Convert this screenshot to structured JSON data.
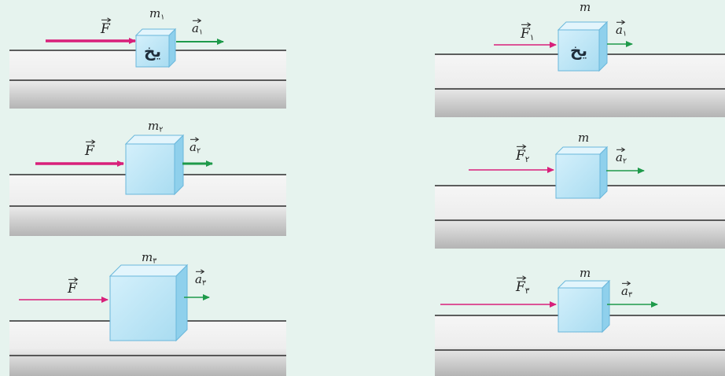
{
  "colors": {
    "background": "#e6f3ee",
    "force_arrow": "#d8207a",
    "acceleration_arrow": "#1e9a4a",
    "block_front": "#bfe6f6",
    "block_top": "#e3f5fc",
    "block_side": "#8fd0ec",
    "block_edge": "#6ab7db",
    "surface_top": "#f4f4f4",
    "surface_bottom": "#b6b6b6",
    "surface_line": "#2b2b2b"
  },
  "ice_label": "یخ",
  "left_column": [
    {
      "force": "F",
      "force_sub": "",
      "mass": "m",
      "mass_sub": "۱",
      "accel": "a",
      "accel_sub": "۱",
      "has_ice_label": true
    },
    {
      "force": "F",
      "force_sub": "",
      "mass": "m",
      "mass_sub": "۲",
      "accel": "a",
      "accel_sub": "۲",
      "has_ice_label": false
    },
    {
      "force": "F",
      "force_sub": "",
      "mass": "m",
      "mass_sub": "۳",
      "accel": "a",
      "accel_sub": "۳",
      "has_ice_label": false
    }
  ],
  "right_column": [
    {
      "force": "F",
      "force_sub": "۱",
      "mass": "m",
      "mass_sub": "",
      "accel": "a",
      "accel_sub": "۱",
      "has_ice_label": true
    },
    {
      "force": "F",
      "force_sub": "۲",
      "mass": "m",
      "mass_sub": "",
      "accel": "a",
      "accel_sub": "۲",
      "has_ice_label": false
    },
    {
      "force": "F",
      "force_sub": "۳",
      "mass": "m",
      "mass_sub": "",
      "accel": "a",
      "accel_sub": "۳",
      "has_ice_label": false
    }
  ]
}
